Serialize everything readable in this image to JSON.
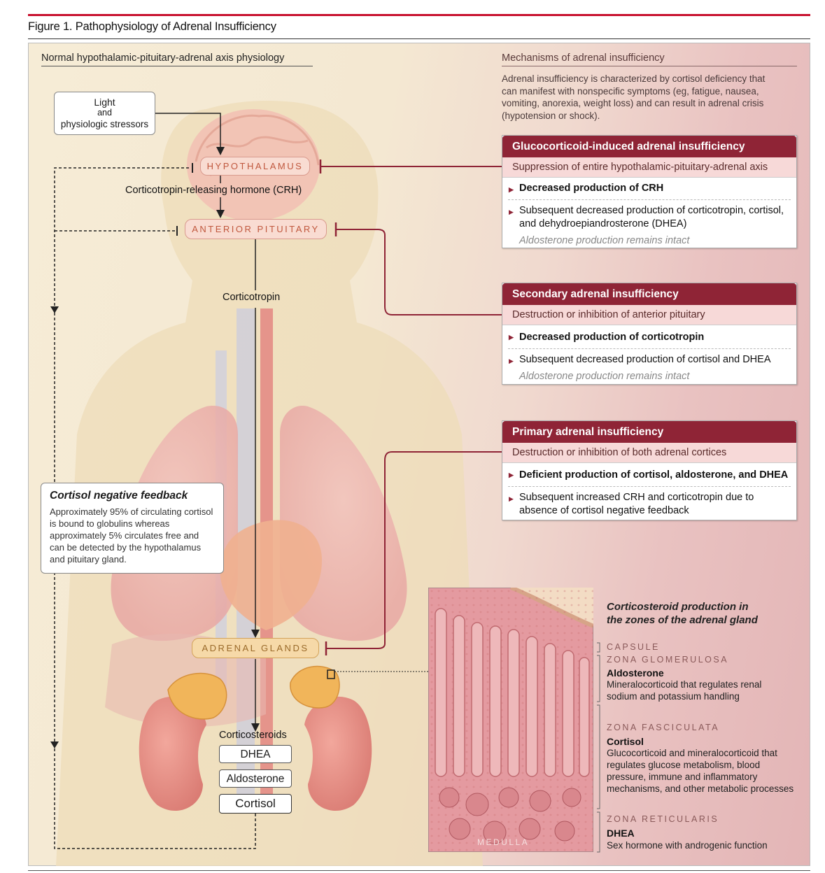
{
  "figure_title": "Figure 1. Pathophysiology of Adrenal Insufficiency",
  "left_heading": "Normal hypothalamic-pituitary-adrenal axis physiology",
  "right_heading": "Mechanisms of adrenal insufficiency",
  "intro_text": "Adrenal insufficiency is characterized by cortisol deficiency that can manifest with nonspecific symptoms (eg, fatigue, nausea, vomiting, anorexia, weight loss) and can result in adrenal crisis (hypotension or shock).",
  "stressors": {
    "line1": "Light",
    "line2": "and",
    "line3": "physiologic stressors"
  },
  "organs": {
    "hypothalamus": "HYPOTHALAMUS",
    "anterior_pituitary": "ANTERIOR PITUITARY",
    "adrenal_glands": "ADRENAL GLANDS"
  },
  "hormones": {
    "crh": "Corticotropin-releasing hormone (CRH)",
    "corticotropin": "Corticotropin",
    "corticosteroids": "Corticosteroids",
    "dhea": "DHEA",
    "aldosterone": "Aldosterone",
    "cortisol": "Cortisol"
  },
  "feedback": {
    "title": "Cortisol negative feedback",
    "text": "Approximately 95% of circulating cortisol is bound to globulins whereas approximately 5% circulates free and can be detected by the hypothalamus and pituitary gland."
  },
  "cards": [
    {
      "title": "Glucocorticoid-induced adrenal insufficiency",
      "subtitle": "Suppression of entire hypothalamic-pituitary-adrenal axis",
      "items": [
        "Decreased production of CRH",
        "Subsequent decreased production of corticotropin, cortisol, and dehydroepiandrosterone (DHEA)"
      ],
      "note": "Aldosterone production remains intact"
    },
    {
      "title": "Secondary adrenal insufficiency",
      "subtitle": "Destruction or inhibition of anterior pituitary",
      "items": [
        "Decreased production of corticotropin",
        "Subsequent decreased production of cortisol and DHEA"
      ],
      "note": "Aldosterone production remains intact"
    },
    {
      "title": "Primary adrenal insufficiency",
      "subtitle": "Destruction or inhibition of both adrenal cortices",
      "items": [
        "Deficient production of cortisol, aldosterone, and DHEA",
        "Subsequent increased CRH and corticotropin due to absence of cortisol negative feedback"
      ]
    }
  ],
  "zones": {
    "title_line1": "Corticosteroid production in",
    "title_line2": "the zones of the adrenal gland",
    "capsule": "CAPSULE",
    "medulla": "MEDULLA",
    "glomerulosa": {
      "name": "ZONA GLOMERULOSA",
      "hormone": "Aldosterone",
      "desc": "Mineralocorticoid that regulates renal sodium and potassium handling"
    },
    "fasciculata": {
      "name": "ZONA FASCICULATA",
      "hormone": "Cortisol",
      "desc": "Glucocorticoid and mineralocorticoid that regulates glucose metabolism, blood pressure, immune and inflammatory mechanisms, and other metabolic processes"
    },
    "reticularis": {
      "name": "ZONA RETICULARIS",
      "hormone": "DHEA",
      "desc": "Sex hormone with androgenic function"
    }
  },
  "colors": {
    "accent_red": "#c8102e",
    "card_header": "#8f2436",
    "card_sub": "#f7d9d8",
    "organ_pill": "#f9dcd2",
    "adrenal_pill": "#f6d9a8"
  }
}
